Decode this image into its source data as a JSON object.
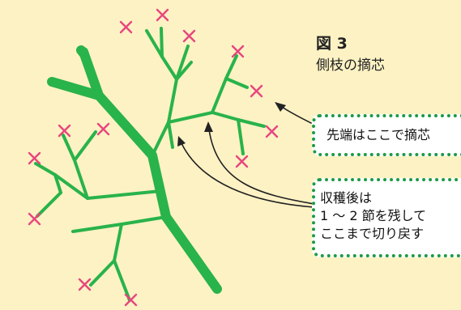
{
  "figure": {
    "label": "図 3",
    "title": "側枝の摘芯"
  },
  "callouts": {
    "tip_pinch": "先端はここで摘芯",
    "after_harvest": [
      "収穫後は",
      "1 ～ 2 節を残して",
      "ここまで切り戻す"
    ]
  },
  "colors": {
    "background": "#fdf2c4",
    "branch": "#29b34b",
    "cut_mark": "#e8457f",
    "callout_border": "#1c9a44",
    "arrow": "#222222"
  }
}
